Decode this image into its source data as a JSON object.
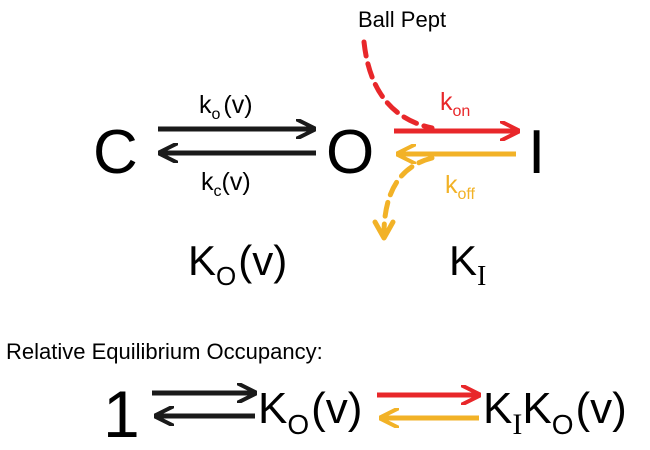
{
  "colors": {
    "black": "#1a1a1a",
    "red": "#e8272a",
    "orange": "#f2b227"
  },
  "diagram": {
    "ball_label": "Ball Pept",
    "states": {
      "closed": "C",
      "open": "O",
      "inactivated": "I"
    },
    "rates": {
      "ko_main": "k",
      "ko_sub": "o",
      "ko_tail": "(v)",
      "kc_main": "k",
      "kc_sub": "c",
      "kc_tail": "(v)",
      "kon_main": "k",
      "kon_sub": "on",
      "koff_main": "k",
      "koff_sub": "off"
    },
    "constants": {
      "KO_main": "K",
      "KO_sub": "O",
      "KO_tail": "(v)",
      "KI_main": "K",
      "KI_sub": "I"
    }
  },
  "occupancy": {
    "title": "Relative Equilibrium Occupancy:",
    "term1": "1",
    "term2_main": "K",
    "term2_sub": "O",
    "term2_tail": "(v)",
    "term3_k1": "K",
    "term3_s1": "I",
    "term3_k2": "K",
    "term3_s2": "O",
    "term3_tail": "(v)"
  }
}
